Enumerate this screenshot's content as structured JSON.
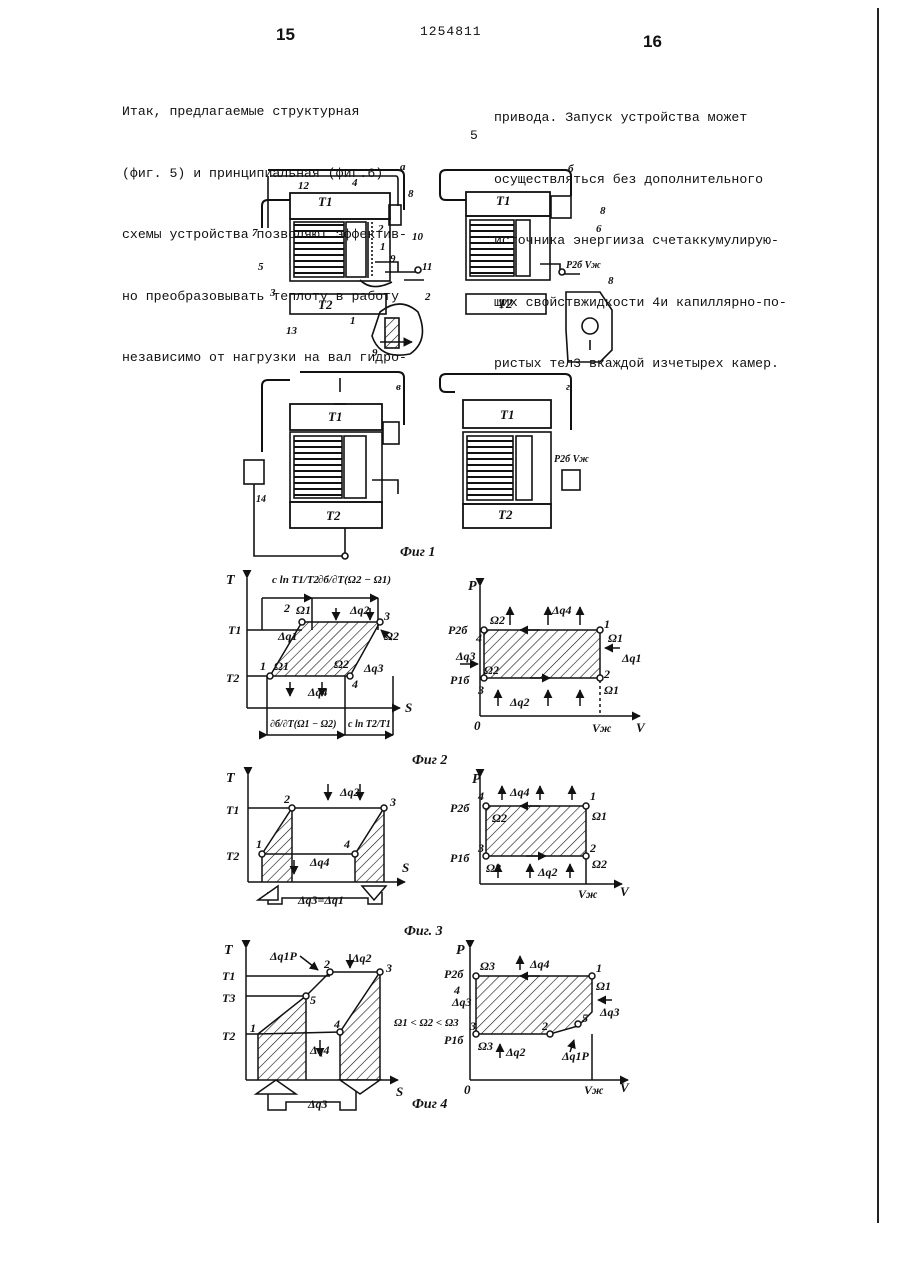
{
  "header": {
    "page_left": "15",
    "doc_number": "1254811",
    "page_right": "16"
  },
  "text": {
    "left_column": [
      "Итак, предлагаемые структурная",
      "(фиг. 5) и принципиальная (фиг.6)",
      "схемы устройства позволяют эффектив-",
      "но преобразовывать теплоту в работу",
      "независимо от нагрузки на вал гидро-"
    ],
    "right_column": [
      "привода. Запуск устройства может",
      "осуществляться без дополнительного",
      "источника энергииза счетаккумулирую-",
      "щих свойствжидкости 4и капиллярно-по-",
      "ристых тел3 вкаждой изчетырех камер."
    ],
    "line_number": "5"
  },
  "figures": {
    "fig1": {
      "caption": "Фиг 1",
      "panel_labels": [
        "а",
        "б",
        "в",
        "г"
      ],
      "callouts": [
        "12",
        "4",
        "8",
        "7",
        "2",
        "1",
        "10",
        "5",
        "9",
        "11",
        "3",
        "1",
        "13",
        "2",
        "9",
        "8",
        "6",
        "8",
        "14"
      ],
      "temps": [
        "T1",
        "T2"
      ],
      "pressure_label": "P2б Vж"
    },
    "fig2": {
      "caption": "Фиг 2",
      "ts": {
        "axes": [
          "T",
          "S"
        ],
        "ticks": [
          "T1",
          "T2"
        ],
        "points": [
          "1",
          "2",
          "3",
          "4"
        ],
        "omegas": [
          "Ω1",
          "Ω2"
        ],
        "heat_labels": [
          "Δq1",
          "Δq2",
          "Δq3",
          "Δq4"
        ],
        "top_annotations": [
          "c ln T1/T2",
          "∂б/∂T(Ω2 − Ω1)"
        ],
        "bottom_annotations": [
          "∂б/∂T(Ω1 − Ω2)",
          "c ln T2/T1"
        ]
      },
      "pv": {
        "axes": [
          "P",
          "V",
          "0"
        ],
        "ticks": [
          "P2б",
          "P1б",
          "Vж"
        ],
        "points": [
          "1",
          "2",
          "3",
          "4"
        ],
        "omegas": [
          "Ω2",
          "Ω1",
          "Ω2",
          "Ω1"
        ],
        "heat_labels": [
          "Δq4",
          "Δq3",
          "Δq2",
          "Δq1"
        ]
      }
    },
    "fig3": {
      "caption": "Фиг. 3",
      "ts": {
        "axes": [
          "T",
          "S"
        ],
        "ticks": [
          "T1",
          "T2"
        ],
        "points": [
          "1",
          "2",
          "3",
          "4"
        ],
        "heat_labels": [
          "Δq2",
          "Δq4"
        ],
        "bottom_label": "Δq3=Δq1"
      },
      "pv": {
        "axes": [
          "P",
          "V"
        ],
        "ticks": [
          "P2б",
          "P1б",
          "Vж"
        ],
        "points": [
          "1",
          "2",
          "3",
          "4"
        ],
        "omegas": [
          "Ω2",
          "Ω1",
          "Ω2",
          "Ω2"
        ],
        "heat_labels": [
          "Δq4",
          "Δq2",
          "Δq2"
        ]
      }
    },
    "fig4": {
      "caption": "Фиг 4",
      "ts": {
        "axes": [
          "T",
          "S"
        ],
        "ticks": [
          "T1",
          "T3",
          "T2"
        ],
        "points": [
          "1",
          "2",
          "3",
          "4",
          "5"
        ],
        "heat_labels": [
          "Δq1P",
          "Δq2",
          "Δq4",
          "Δq3"
        ]
      },
      "pv": {
        "axes": [
          "P",
          "V",
          "0"
        ],
        "ticks": [
          "P2б",
          "P1б",
          "Vж"
        ],
        "points": [
          "1",
          "2",
          "3",
          "4",
          "5"
        ],
        "omegas": [
          "Ω3",
          "Ω1",
          "Ω3"
        ],
        "heat_labels": [
          "Δq4",
          "Δq3",
          "Δq3",
          "Δq2",
          "Δq1P"
        ],
        "inequality": "Ω1 < Ω2 < Ω3"
      }
    }
  }
}
